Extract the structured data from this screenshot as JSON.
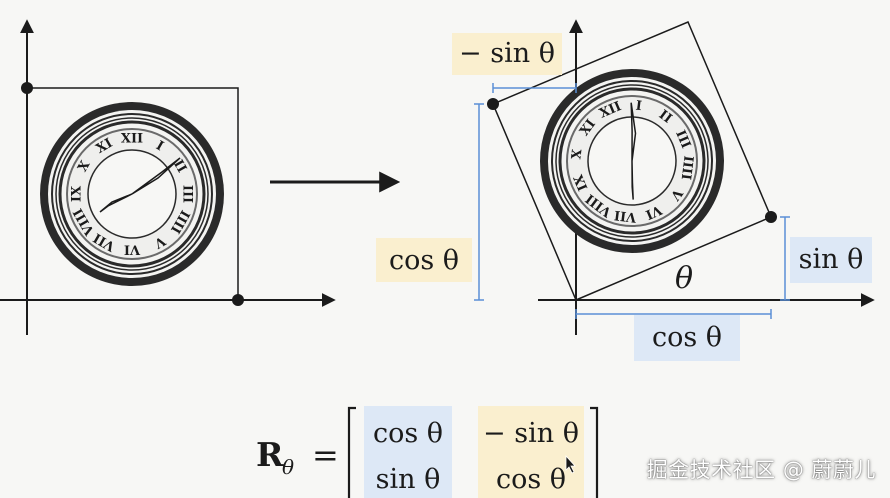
{
  "labels": {
    "neg_sin_top": "− sin θ",
    "cos_left": "cos θ",
    "sin_right": "sin θ",
    "cos_bottom": "cos θ",
    "theta": "θ"
  },
  "matrix": {
    "symbol": "R",
    "subscript": "θ",
    "equals": "=",
    "r1c1": "cos θ",
    "r1c2": "− sin θ",
    "r2c1": "sin θ",
    "r2c2": "cos θ"
  },
  "clock_numerals": [
    "XII",
    "I",
    "II",
    "III",
    "IIII",
    "V",
    "VI",
    "VII",
    "VIII",
    "IX",
    "X",
    "XI"
  ],
  "watermark": "掘金技术社区 @ 蔚蔚儿",
  "colors": {
    "yellow_highlight": "#faefcf",
    "blue_highlight": "#dde8f6",
    "blue_line": "#5b8fd6",
    "ink": "#1b1b1b"
  }
}
